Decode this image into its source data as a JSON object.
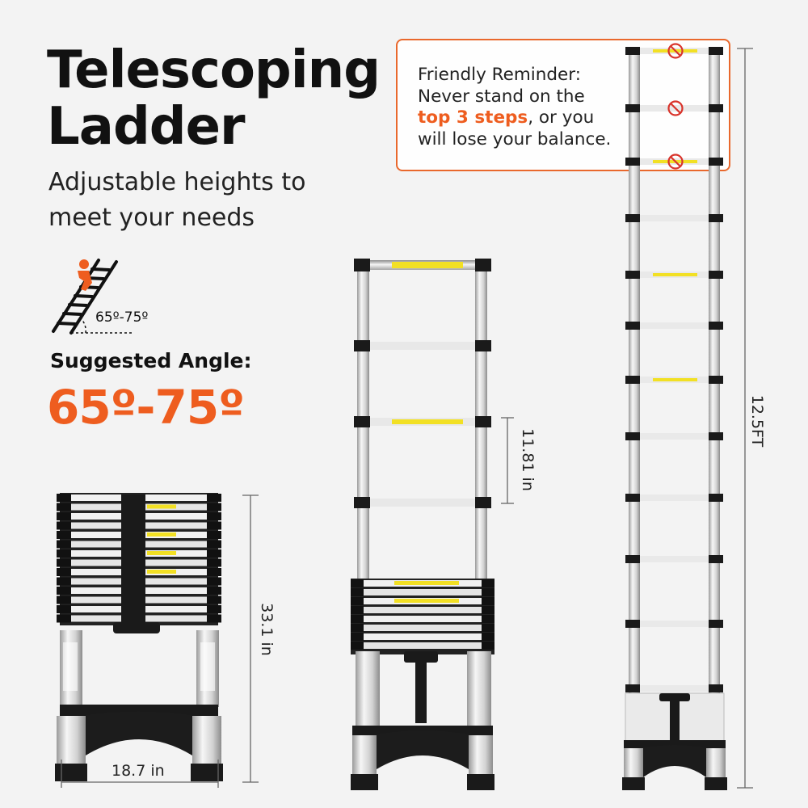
{
  "title_line1": "Telescoping",
  "title_line2": "Ladder",
  "subtitle_line1": "Adjustable heights to",
  "subtitle_line2": "meet your needs",
  "angle_icon_label": "65º-75º",
  "suggested_angle_label": "Suggested Angle:",
  "suggested_angle_value": "65º-75º",
  "reminder": {
    "line1": "Friendly Reminder:",
    "line2": "Never stand on the",
    "highlight": "top 3 steps",
    "line3_rest": ", or you",
    "line4": "will lose your balance."
  },
  "dimensions": {
    "collapsed_width": "18.7 in",
    "collapsed_height": "33.1 in",
    "step_spacing": "11.81 in",
    "full_height": "12.5FT"
  },
  "colors": {
    "accent": "#ee5d1f",
    "label_yellow": "#f2e024",
    "no_sign_red": "#d9342b"
  },
  "icons": [
    "climbing-person-icon",
    "no-stand-icon"
  ]
}
